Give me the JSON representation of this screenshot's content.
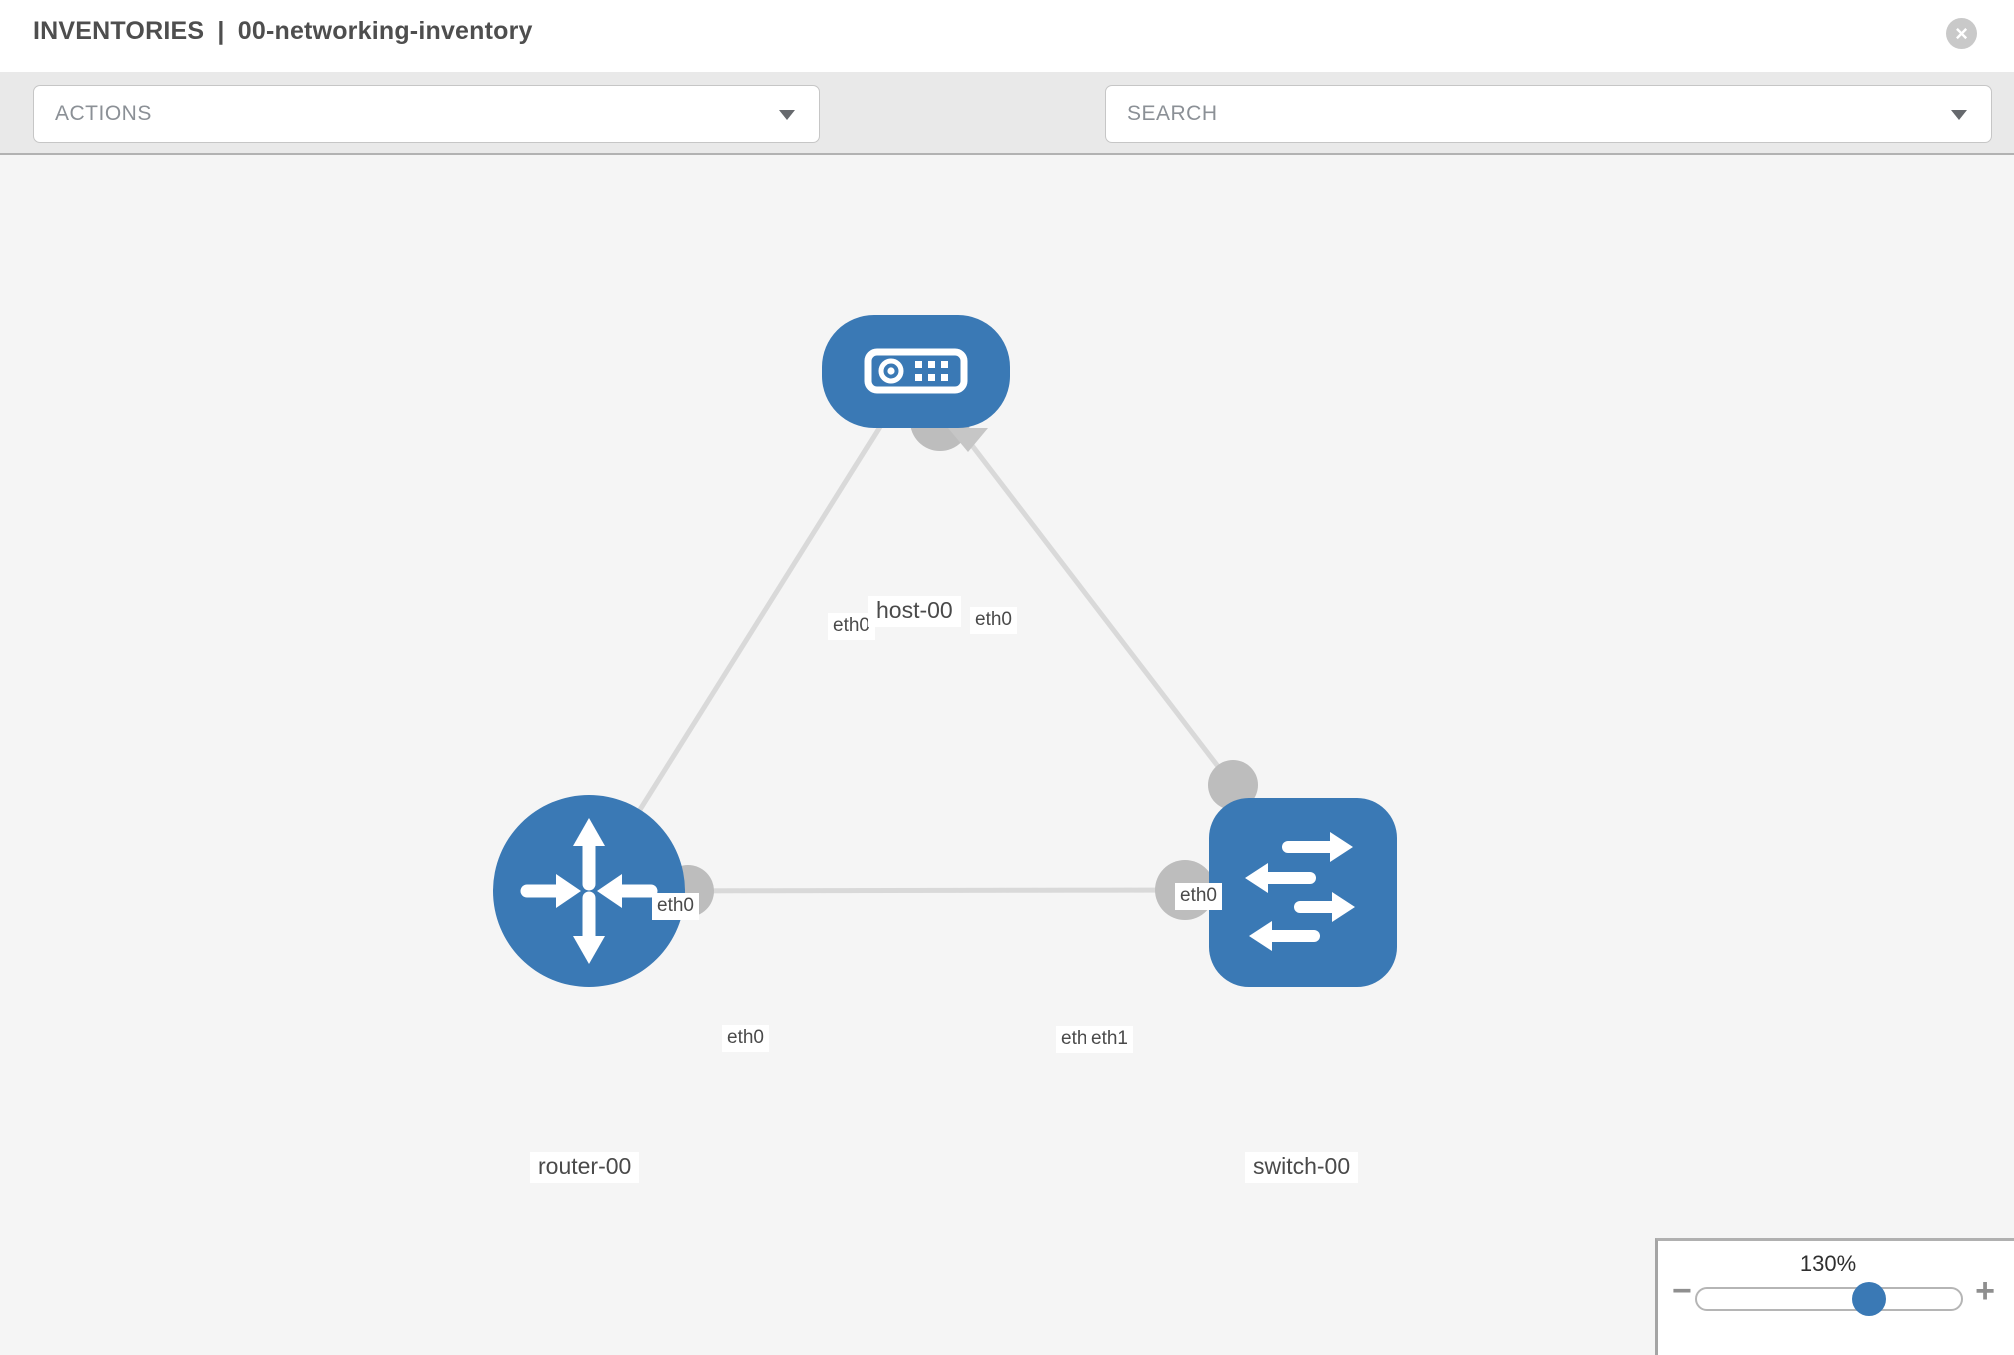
{
  "header": {
    "breadcrumb_section": "INVENTORIES",
    "breadcrumb_separator": "|",
    "breadcrumb_name": "00-networking-inventory",
    "close_glyph": "×"
  },
  "toolbar": {
    "actions_label": "ACTIONS",
    "search_placeholder": "SEARCH",
    "icon_names": [
      "wrench-icon",
      "key-icon"
    ]
  },
  "topology": {
    "nodes": [
      {
        "id": "host-00",
        "type": "host",
        "label": "host-00",
        "icon": "host-icon"
      },
      {
        "id": "router-00",
        "type": "router",
        "label": "router-00",
        "icon": "router-icon"
      },
      {
        "id": "switch-00",
        "type": "switch",
        "label": "switch-00",
        "icon": "switch-icon"
      }
    ],
    "links": [
      {
        "from": "host-00",
        "to": "router-00",
        "from_interface": "eth0",
        "to_interface": "eth0"
      },
      {
        "from": "host-00",
        "to": "switch-00",
        "from_interface": "eth0",
        "to_interface": "eth0"
      },
      {
        "from": "router-00",
        "to": "switch-00",
        "from_interface": "eth0",
        "to_interface": "eth1"
      }
    ],
    "interface_labels": {
      "host_left": "eth0",
      "host_right": "eth0",
      "router_top": "eth0",
      "link_mid_left": "eth0",
      "link_mid_right_back": "eth0",
      "link_mid_right_front": "eth1",
      "switch_top": "eth0"
    }
  },
  "zoom_control": {
    "level": "130%",
    "minus_glyph": "−",
    "plus_glyph": "+"
  },
  "colors": {
    "node_blue": "#3a79b5",
    "link_gray": "#d9d9d9",
    "endpoint_gray": "#bdbdbd",
    "toolbar_gray": "#e9e9e9",
    "canvas_gray": "#f5f5f5"
  }
}
